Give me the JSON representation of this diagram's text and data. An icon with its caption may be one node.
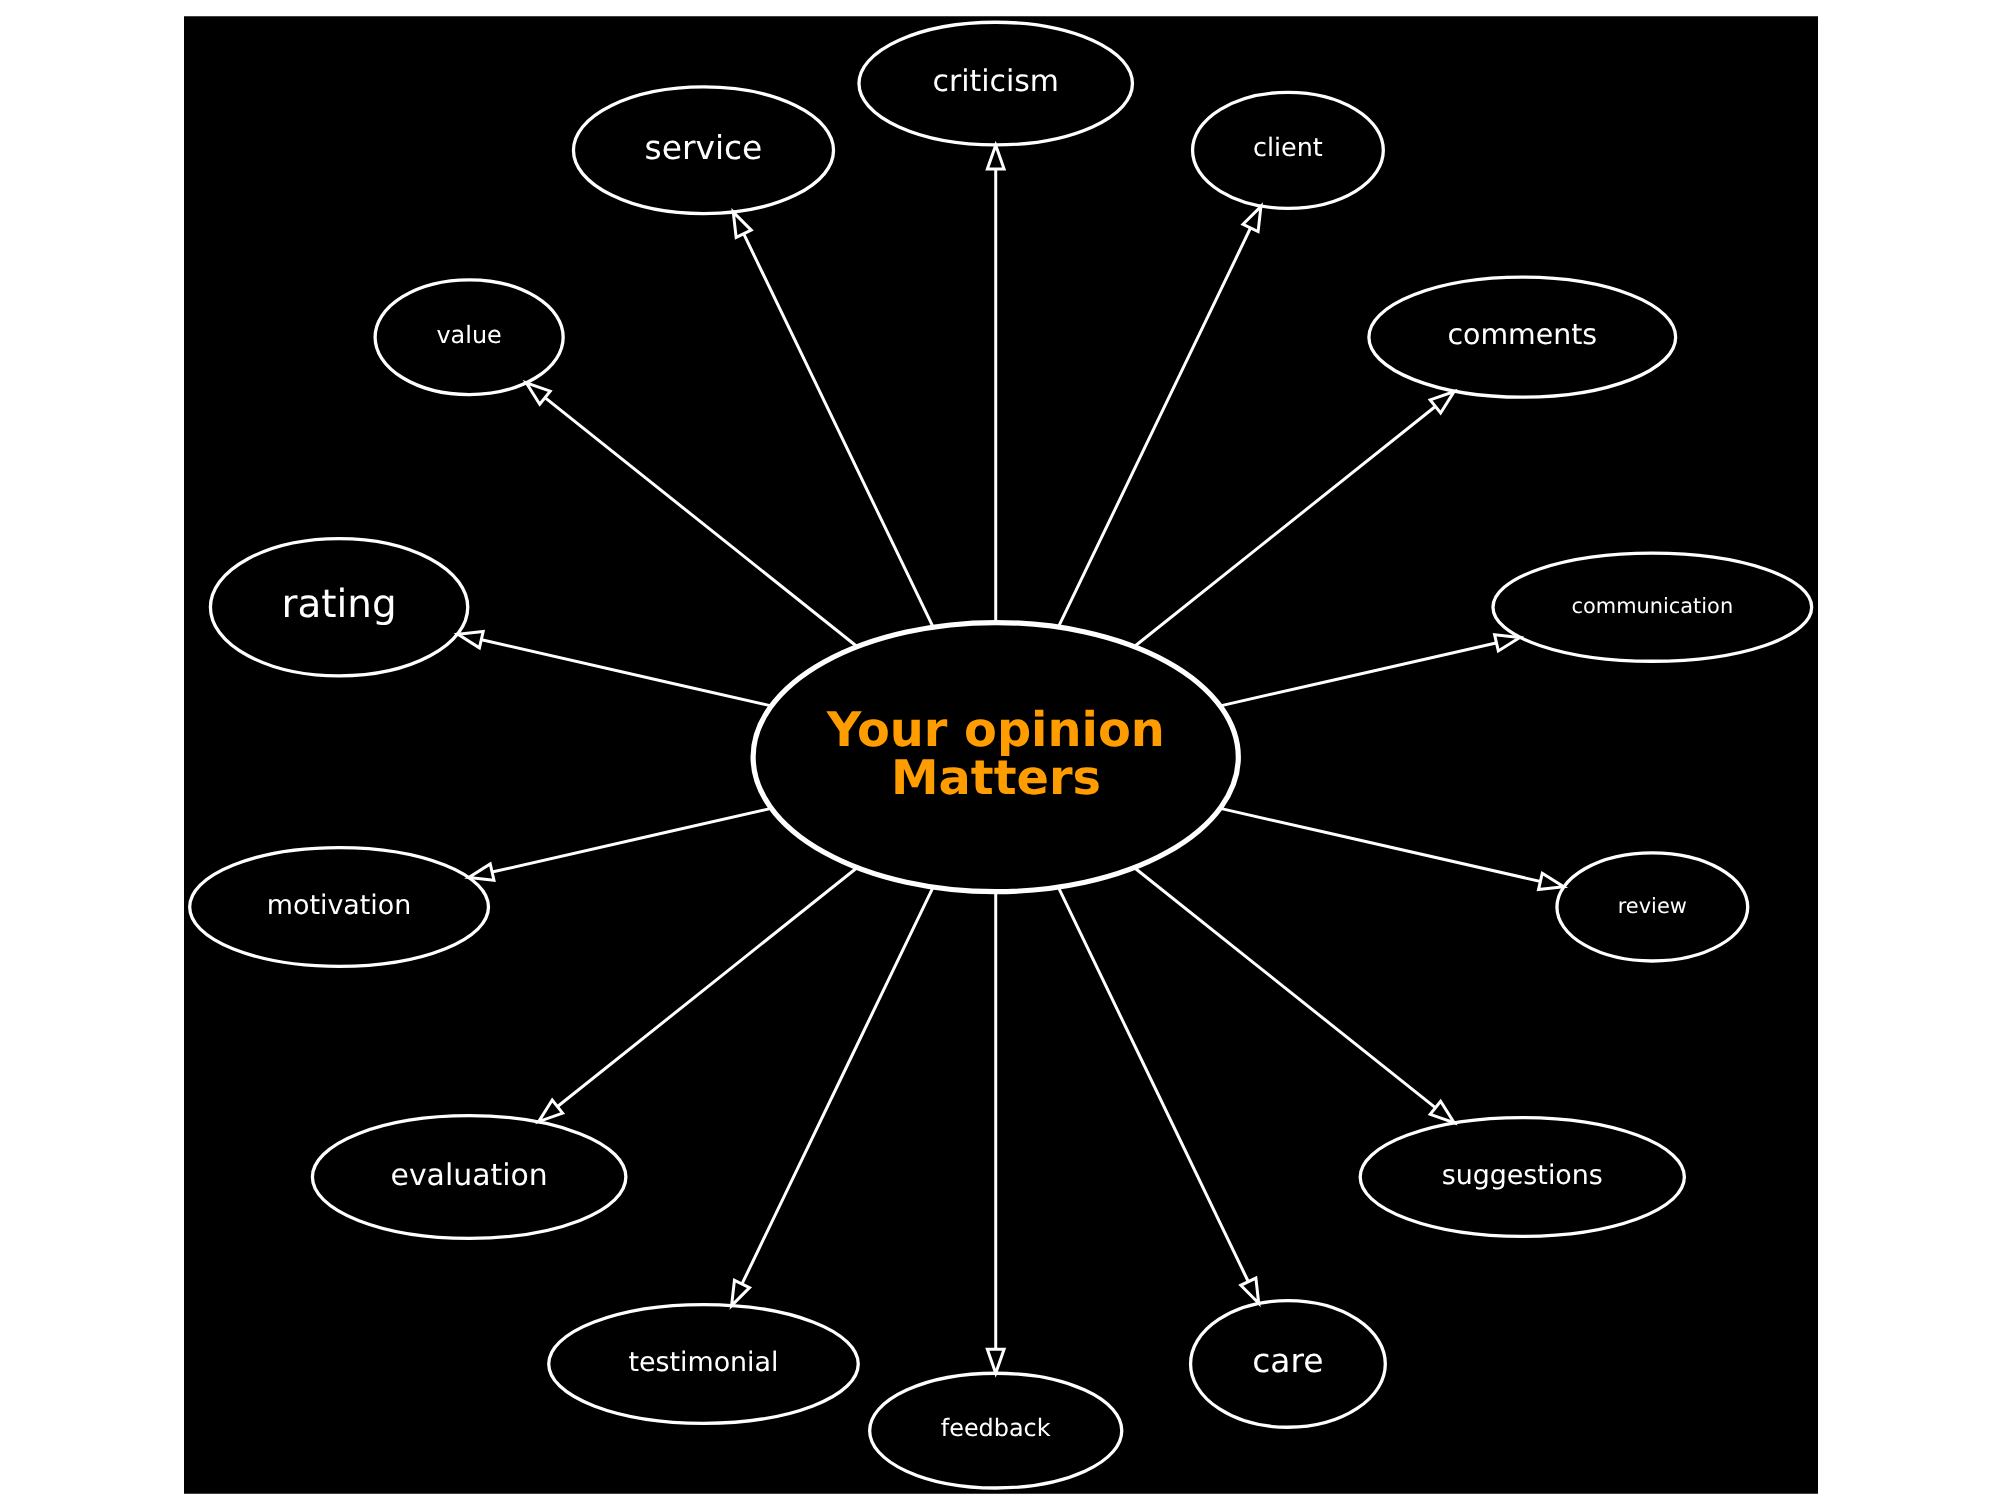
{
  "diagram": {
    "nodes": [
      {
        "text": [
          "Your opinion Matters"
        ]
      },
      {
        "text": [
          "communication"
        ]
      },
      {
        "text": [
          "comments"
        ]
      },
      {
        "text": [
          "client"
        ]
      },
      {
        "text": [
          "criticism"
        ]
      },
      {
        "text": [
          "service"
        ]
      },
      {
        "text": [
          "value"
        ]
      },
      {
        "text": [
          "rating"
        ]
      },
      {
        "text": [
          "motivation"
        ]
      },
      {
        "text": [
          "evaluation"
        ]
      },
      {
        "text": [
          "testimonial"
        ]
      },
      {
        "text": [
          "feedback"
        ]
      },
      {
        "text": [
          "care"
        ]
      },
      {
        "text": [
          "suggestions"
        ]
      },
      {
        "text": [
          "review"
        ]
      }
    ],
    "edges": [
      {
        "from": 0,
        "to": 1,
        "arrow": "to"
      },
      {
        "from": 0,
        "to": 2,
        "arrow": "to"
      },
      {
        "from": 0,
        "to": 3,
        "arrow": "to"
      },
      {
        "from": 0,
        "to": 4,
        "arrow": "to"
      },
      {
        "from": 0,
        "to": 5,
        "arrow": "to"
      },
      {
        "from": 0,
        "to": 6,
        "arrow": "to"
      },
      {
        "from": 0,
        "to": 7,
        "arrow": "to"
      },
      {
        "from": 0,
        "to": 8,
        "arrow": "to"
      },
      {
        "from": 0,
        "to": 9,
        "arrow": "to"
      },
      {
        "from": 0,
        "to": 10,
        "arrow": "to"
      },
      {
        "from": 0,
        "to": 11,
        "arrow": "to"
      },
      {
        "from": 0,
        "to": 12,
        "arrow": "to"
      },
      {
        "from": 0,
        "to": 13,
        "arrow": "to"
      },
      {
        "from": 0,
        "to": 14,
        "arrow": "to"
      }
    ]
  }
}
